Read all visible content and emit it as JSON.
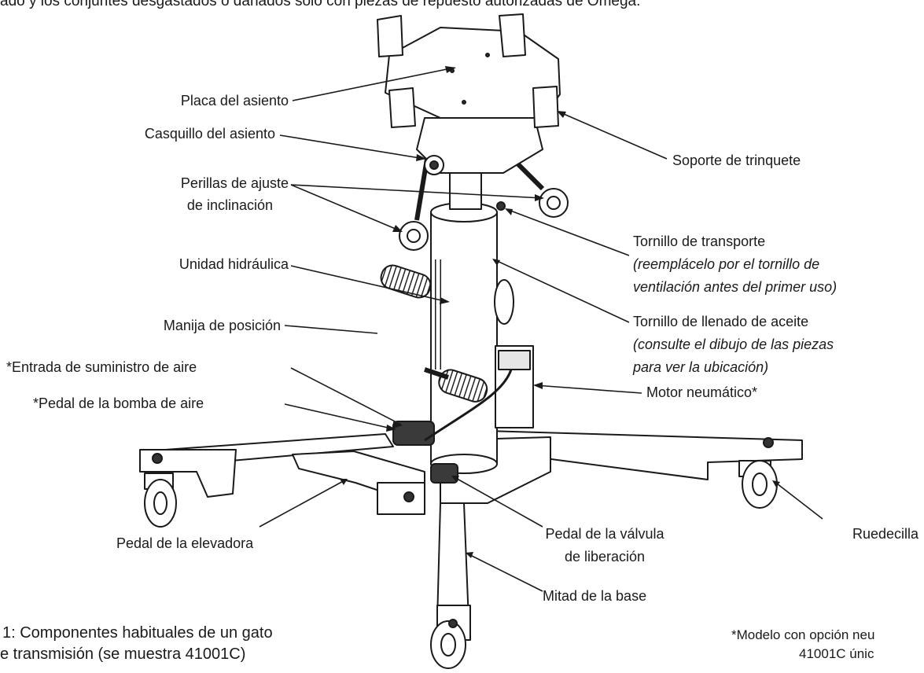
{
  "header_fragment": "ado y los conjuntes desgastados o dañados sólo con piezas de repuesto autorizadas de Omega.",
  "labels": {
    "seat_plate": "Placa del asiento",
    "seat_bushing": "Casquillo del asiento",
    "ratchet_bracket": "Soporte de trinquete",
    "tilt_knobs_1": "Perillas de ajuste",
    "tilt_knobs_2": "de inclinación",
    "shipping_screw": "Tornillo de transporte",
    "shipping_screw_note_1": "(reemplácelo por el tornillo de",
    "shipping_screw_note_2": "ventilación antes del primer uso)",
    "hydraulic_unit": "Unidad hidráulica",
    "oil_fill_screw": "Tornillo de llenado de aceite",
    "oil_fill_note_1": "(consulte el dibujo de las piezas",
    "oil_fill_note_2": "para ver la ubicación)",
    "position_handle": "Manija de posición",
    "air_inlet": "*Entrada de suministro de aire",
    "air_pump_pedal": "*Pedal de la bomba de aire",
    "air_motor": "Motor neumático*",
    "lift_pedal": "Pedal de la elevadora",
    "release_valve_pedal_1": "Pedal de la válvula",
    "release_valve_pedal_2": "de liberación",
    "caster": "Ruedecilla",
    "base_half": "Mitad de la base"
  },
  "caption": {
    "line1": "1: Componentes habituales de un gato",
    "line2": "e transmisión (se muestra 41001C)"
  },
  "footnote": {
    "line1": "*Modelo con opción neu",
    "line2": "41001C únic"
  },
  "colors": {
    "ink": "#1a1a1a",
    "metal": "#ffffff",
    "dark": "#2b2b2b"
  }
}
